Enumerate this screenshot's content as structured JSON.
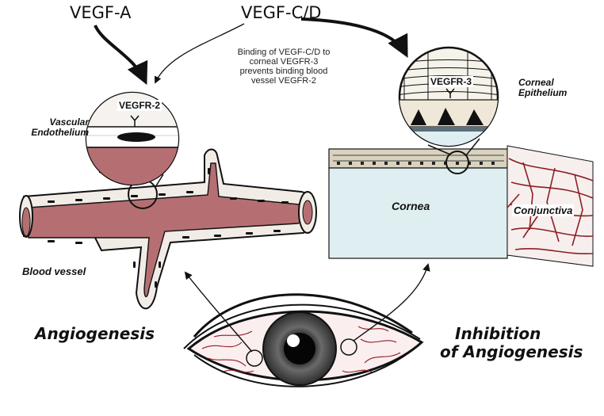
{
  "labels": {
    "vegf_a": "VEGF-A",
    "vegf_cd": "VEGF-C/D",
    "binding_note": "Binding of VEGF-C/D to corneal VEGFR-3 prevents binding blood vessel VEGFR-2",
    "vegfr2": "VEGFR-2",
    "vegfr3": "VEGFR-3",
    "vascular_endothelium_1": "Vascular",
    "vascular_endothelium_2": "Endothelium",
    "corneal_epithelium_1": "Corneal",
    "corneal_epithelium_2": "Epithelium",
    "cornea": "Cornea",
    "conjunctiva": "Conjunctiva",
    "blood_vessel": "Blood vessel",
    "angiogenesis": "Angiogenesis",
    "inhibition_1": "Inhibition",
    "inhibition_2": "of Angiogenesis"
  },
  "colors": {
    "vessel_lumen": "#b56f72",
    "vessel_wall": "#f2ece7",
    "cornea_fill": "#dfeff1",
    "blood_red": "#8c1f24",
    "iris_dark": "#3c3c3c",
    "outline": "#111111"
  }
}
